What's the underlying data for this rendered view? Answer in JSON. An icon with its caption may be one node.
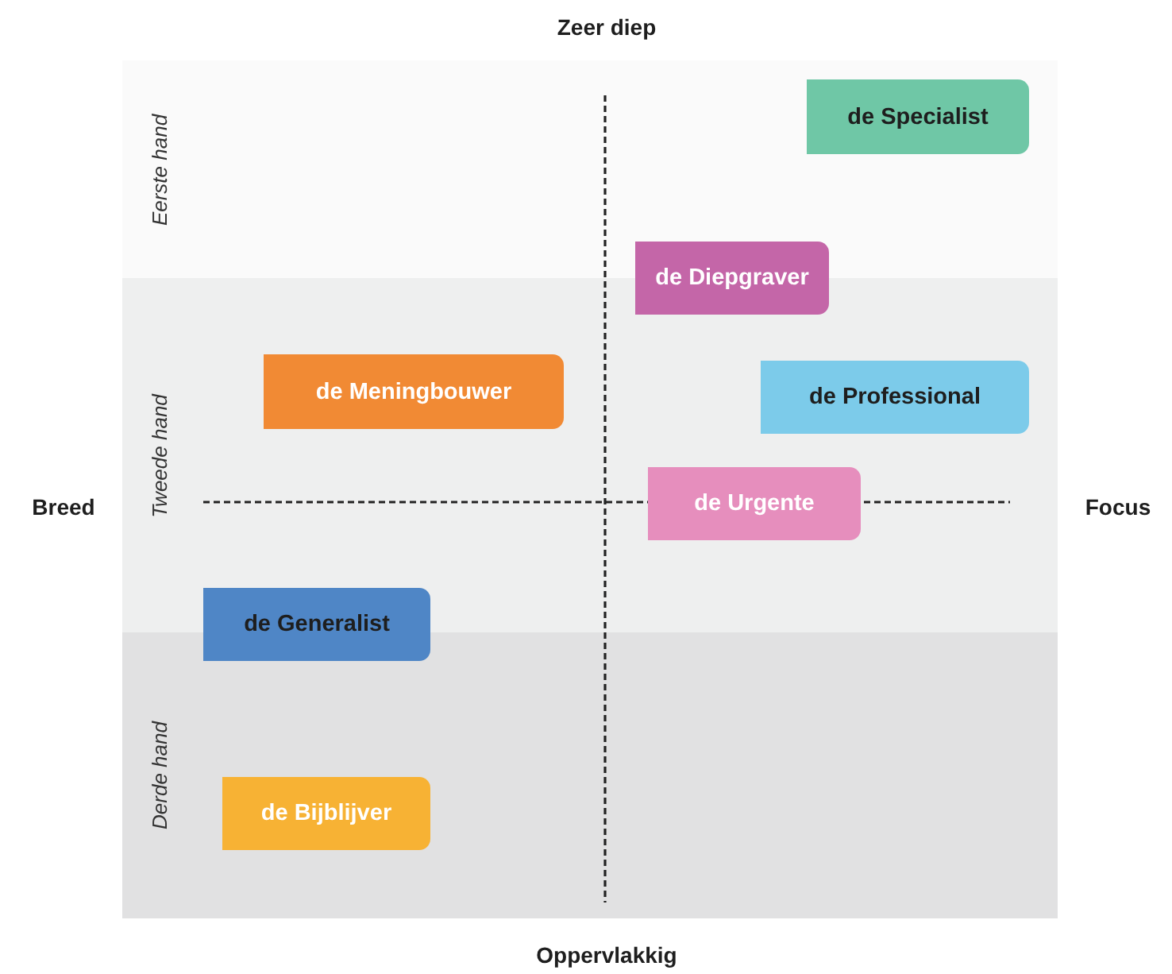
{
  "diagram": {
    "nodes": [
      {
        "text": [
          "Eerste hand"
        ]
      },
      {
        "text": [
          "de Specialist"
        ],
        "in": 0
      },
      {
        "text": [
          "Tweede hand"
        ]
      },
      {
        "text": [
          "de Diepgraver"
        ]
      },
      {
        "text": [
          "de Meningbouwer"
        ],
        "in": 2
      },
      {
        "text": [
          "de Professional"
        ],
        "in": 2
      },
      {
        "text": [
          "de Urgente"
        ],
        "in": 2
      },
      {
        "text": [
          "de Generalist"
        ]
      },
      {
        "text": [
          "Derde hand"
        ]
      },
      {
        "text": [
          "de Bijblijver"
        ],
        "in": 8
      }
    ],
    "edges": [],
    "labels": [
      "Zeer diep",
      "Breed",
      "Focus",
      "Oppervlakkig"
    ]
  }
}
